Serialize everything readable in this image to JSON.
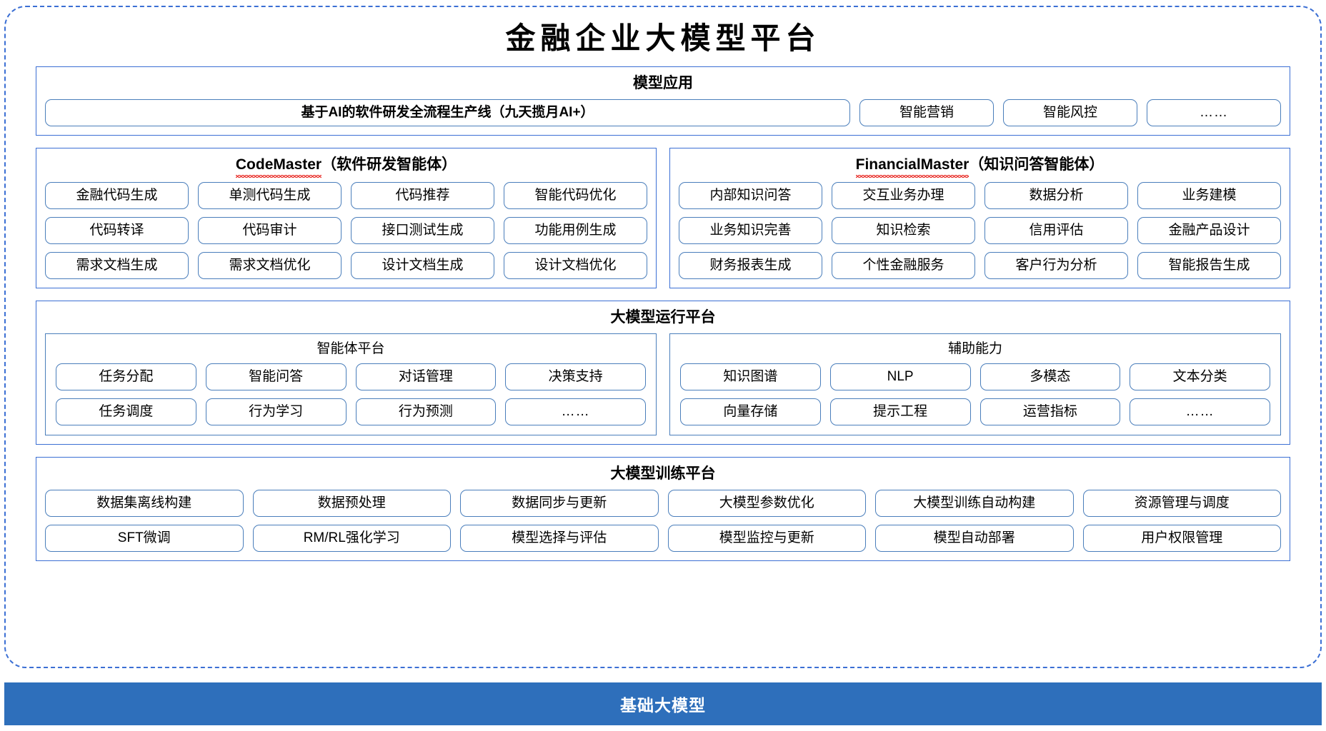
{
  "title": "金融企业大模型平台",
  "sections": {
    "apps": {
      "title": "模型应用",
      "primary": "基于AI的软件研发全流程生产线（九天揽月AI+）",
      "others": [
        "智能营销",
        "智能风控",
        "……"
      ]
    },
    "agents": [
      {
        "name_latin": "CodeMaster",
        "name_cn": "（软件研发智能体）",
        "items": [
          "金融代码生成",
          "单测代码生成",
          "代码推荐",
          "智能代码优化",
          "代码转译",
          "代码审计",
          "接口测试生成",
          "功能用例生成",
          "需求文档生成",
          "需求文档优化",
          "设计文档生成",
          "设计文档优化"
        ]
      },
      {
        "name_latin": "FinancialMaster",
        "name_cn": "（知识问答智能体）",
        "items": [
          "内部知识问答",
          "交互业务办理",
          "数据分析",
          "业务建模",
          "业务知识完善",
          "知识检索",
          "信用评估",
          "金融产品设计",
          "财务报表生成",
          "个性金融服务",
          "客户行为分析",
          "智能报告生成"
        ]
      }
    ],
    "runtime": {
      "title": "大模型运行平台",
      "subpanels": [
        {
          "title": "智能体平台",
          "items": [
            "任务分配",
            "智能问答",
            "对话管理",
            "决策支持",
            "任务调度",
            "行为学习",
            "行为预测",
            "……"
          ]
        },
        {
          "title": "辅助能力",
          "items": [
            "知识图谱",
            "NLP",
            "多模态",
            "文本分类",
            "向量存储",
            "提示工程",
            "运营指标",
            "……"
          ]
        }
      ]
    },
    "training": {
      "title": "大模型训练平台",
      "items": [
        "数据集离线构建",
        "数据预处理",
        "数据同步与更新",
        "大模型参数优化",
        "大模型训练自动构建",
        "资源管理与调度",
        "SFT微调",
        "RM/RL强化学习",
        "模型选择与评估",
        "模型监控与更新",
        "模型自动部署",
        "用户权限管理"
      ]
    },
    "base": {
      "label": "基础大模型"
    }
  },
  "colors": {
    "frame_border": "#3b6fd4",
    "pill_border": "#4a7ebb",
    "base_bar": "#2e6fbb",
    "spellcheck": "#e8241f"
  }
}
